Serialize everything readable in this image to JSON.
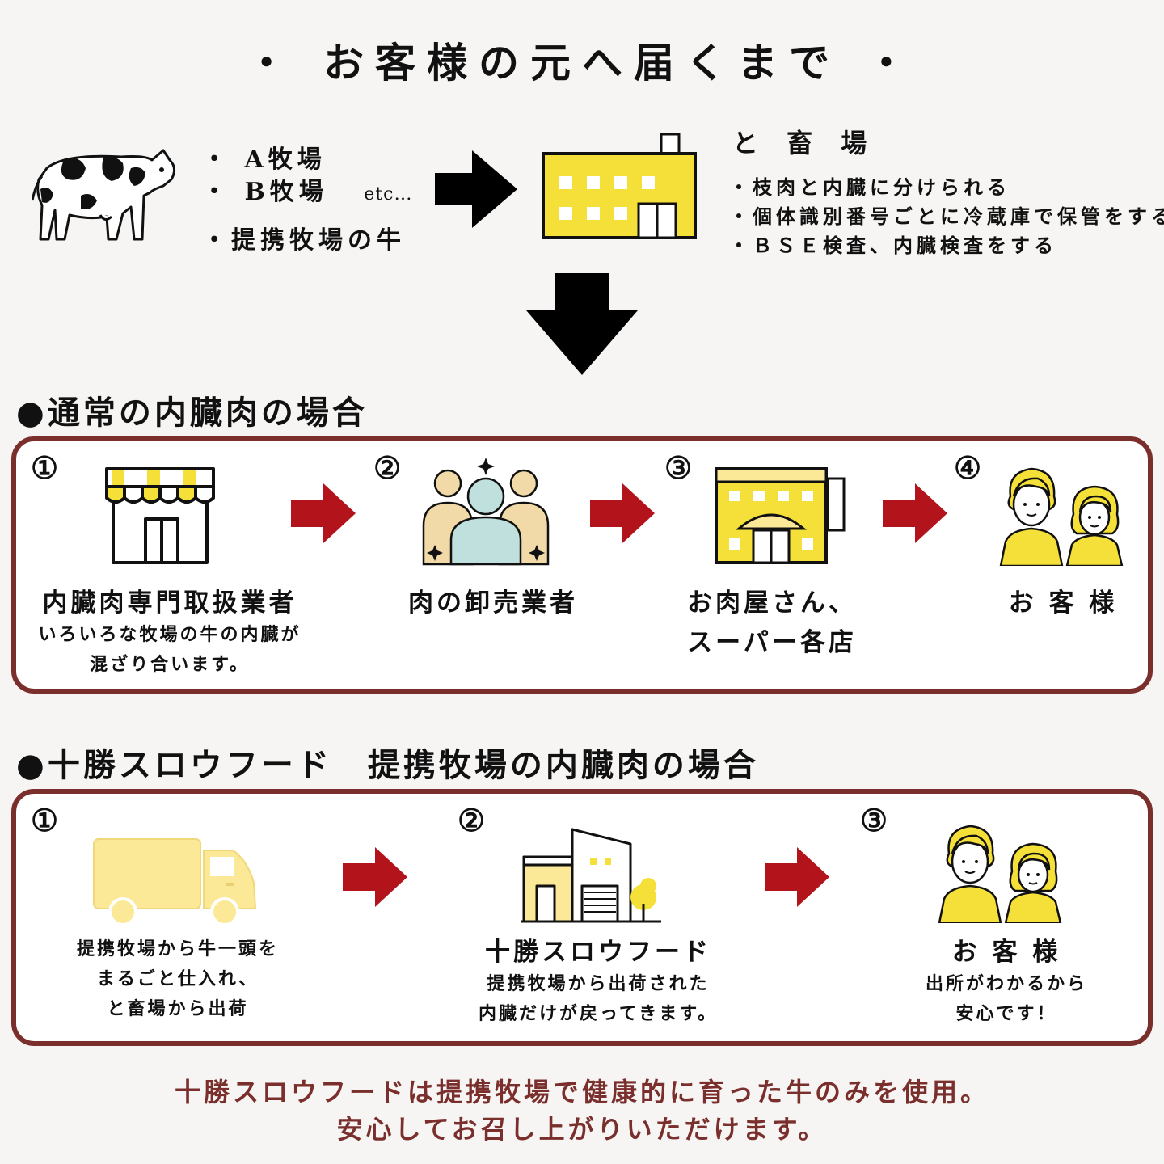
{
  "title": "・ お客様の元へ届くまで ・",
  "top_flow": {
    "farm_items": [
      "・ A牧場",
      "・ B牧場"
    ],
    "etc": "etc…",
    "farm_note": "・提携牧場の牛",
    "facility_title": "と 畜 場",
    "facility_items": [
      "・枝肉と内臓に分けられる",
      "・個体識別番号ごとに冷蔵庫で保管をする",
      "・ＢＳＥ検査、内臓検査をする"
    ]
  },
  "normal_section": {
    "title": "●通常の内臓肉の場合",
    "steps": [
      {
        "num": "①",
        "label": "内臓肉専門取扱業者",
        "sub": [
          "いろいろな牧場の牛の内臓が",
          "混ざり合います。"
        ]
      },
      {
        "num": "②",
        "label": "肉の卸売業者"
      },
      {
        "num": "③",
        "label_lines": [
          "お肉屋さん、",
          "スーパー各店"
        ]
      },
      {
        "num": "④",
        "label": "お 客 様"
      }
    ]
  },
  "tokachi_section": {
    "title": "●十勝スロウフード　提携牧場の内臓肉の場合",
    "steps": [
      {
        "num": "①",
        "sub": [
          "提携牧場から牛一頭を",
          "まるごと仕入れ、",
          "と畜場から出荷"
        ]
      },
      {
        "num": "②",
        "label": "十勝スロウフード",
        "sub": [
          "提携牧場から出荷された",
          "内臓だけが戻ってきます。"
        ]
      },
      {
        "num": "③",
        "label": "お 客 様",
        "sub": [
          "出所がわかるから",
          "安心です！"
        ]
      }
    ]
  },
  "footer": [
    "十勝スロウフードは提携牧場で健康的に育った牛のみを使用。",
    "安心してお召し上がりいただけます。"
  ],
  "colors": {
    "box_border": "#7a2f2d",
    "arrow_red": "#b3141b",
    "yellow": "#f5e03a",
    "light_yellow": "#fbe998",
    "footer_text": "#7a2f2d"
  }
}
